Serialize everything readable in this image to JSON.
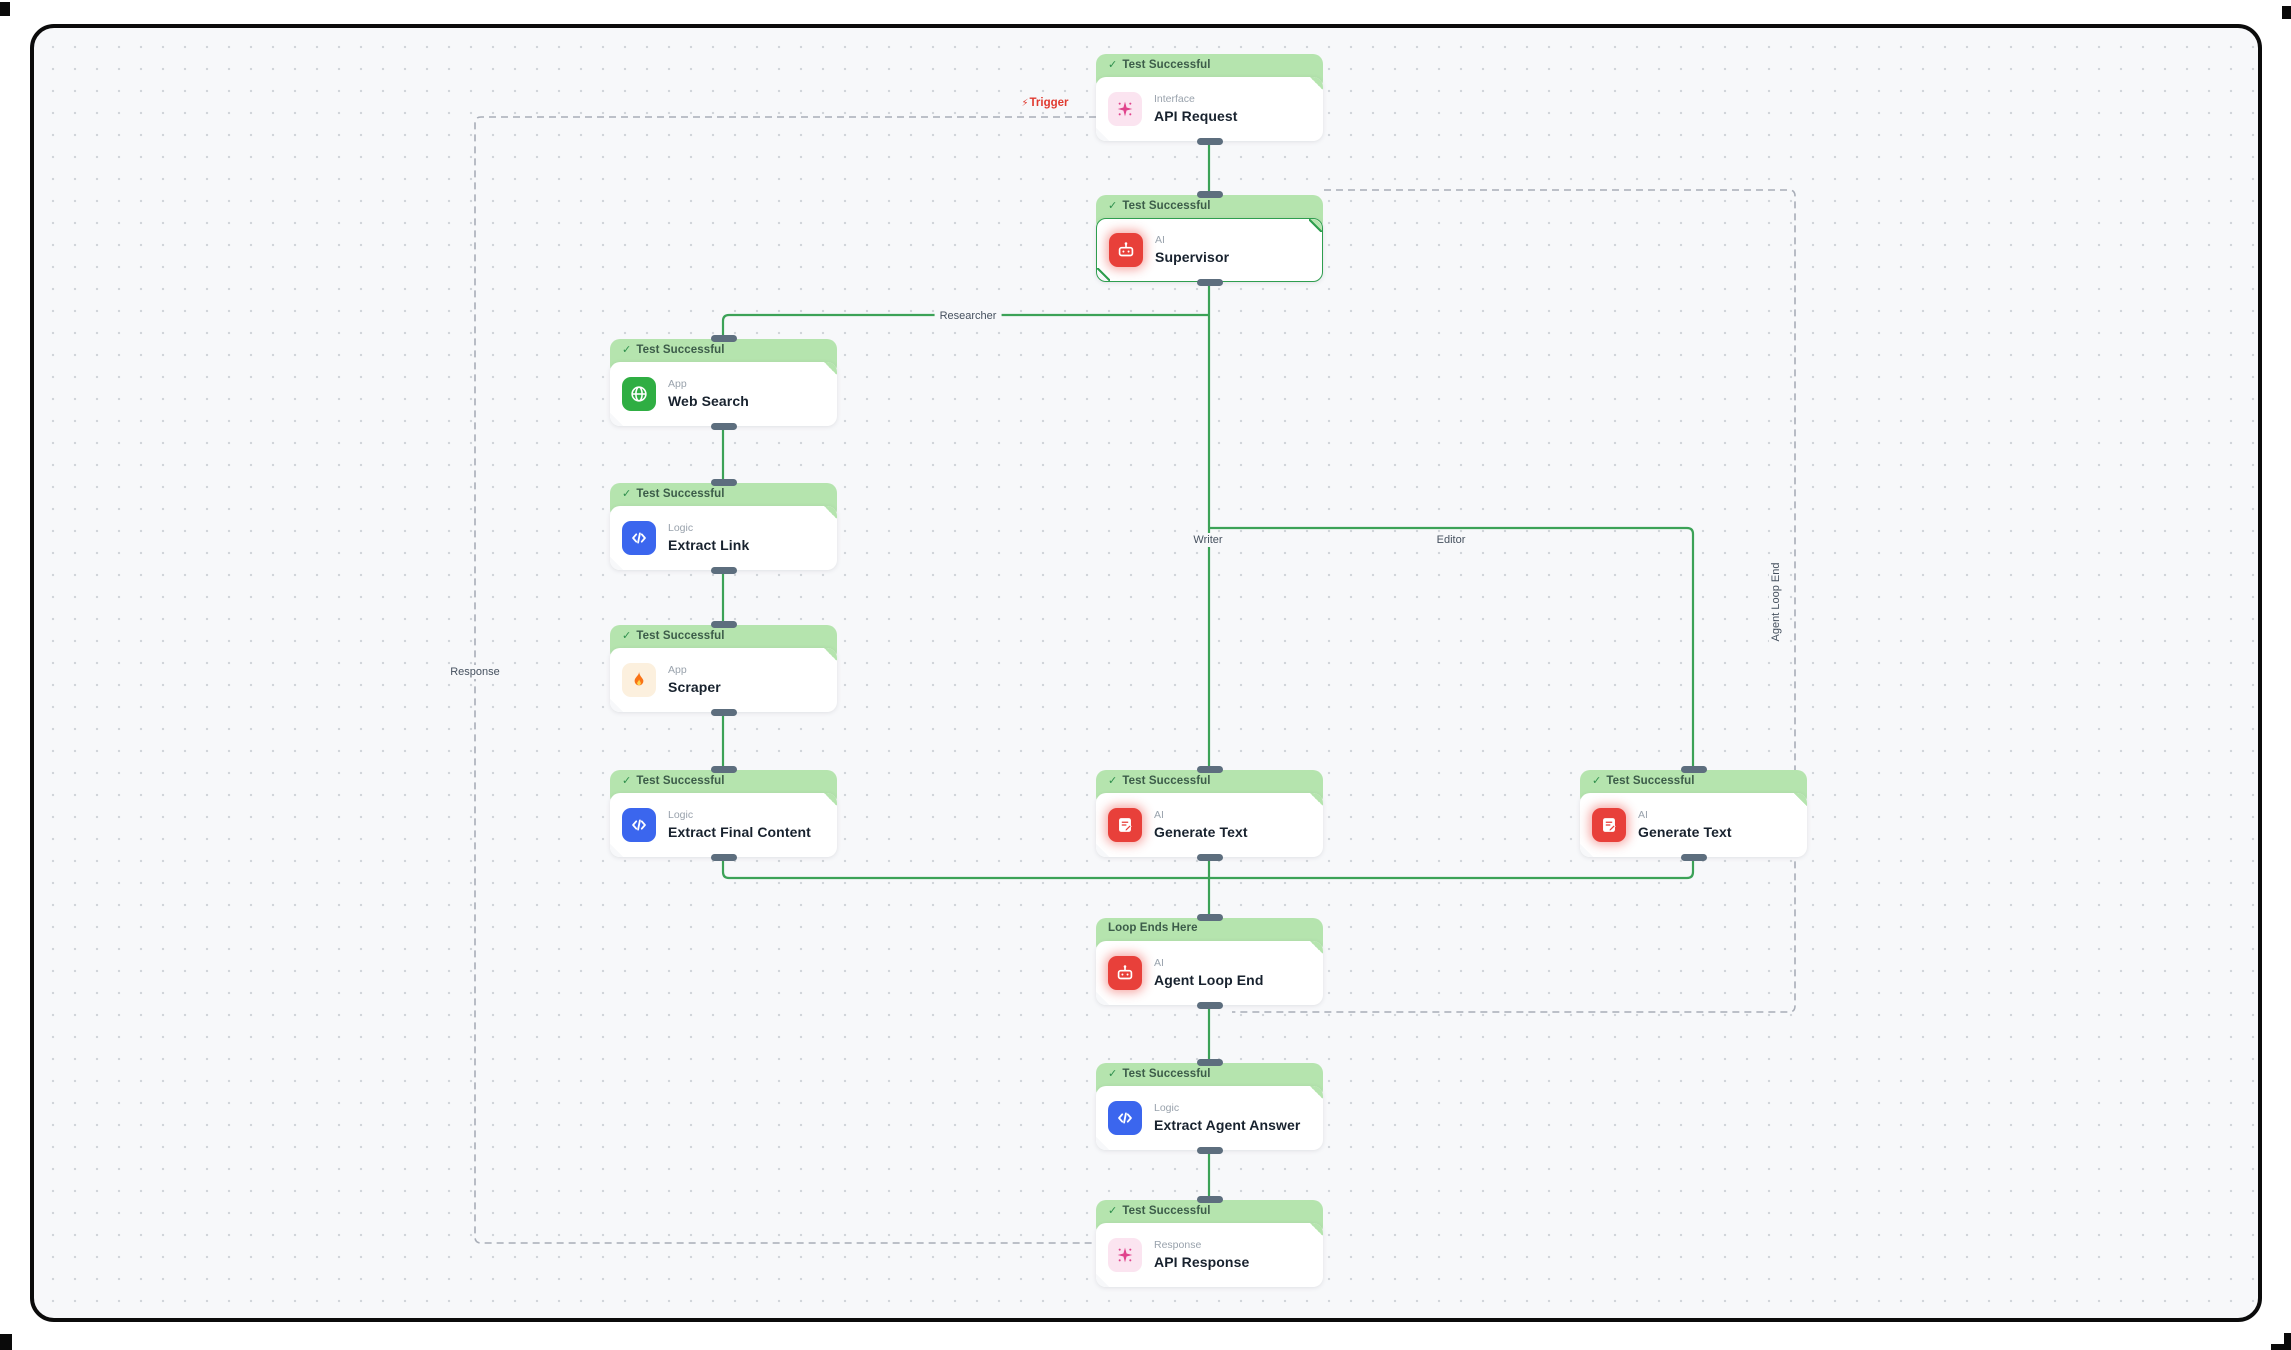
{
  "canvas": {
    "description": "workflow node graph canvas"
  },
  "nodes": [
    {
      "id": "api-request",
      "badge": "Test Successful",
      "badge_check": true,
      "type": "Interface",
      "title": "API Request",
      "icon": "sparkle-icon"
    },
    {
      "id": "supervisor",
      "badge": "Test Successful",
      "badge_check": true,
      "type": "AI",
      "title": "Supervisor",
      "icon": "robot-icon",
      "selected": true
    },
    {
      "id": "web-search",
      "badge": "Test Successful",
      "badge_check": true,
      "type": "App",
      "title": "Web Search",
      "icon": "globe-icon"
    },
    {
      "id": "extract-link",
      "badge": "Test Successful",
      "badge_check": true,
      "type": "Logic",
      "title": "Extract Link",
      "icon": "code-icon"
    },
    {
      "id": "scraper",
      "badge": "Test Successful",
      "badge_check": true,
      "type": "App",
      "title": "Scraper",
      "icon": "flame-icon"
    },
    {
      "id": "extract-final-content",
      "badge": "Test Successful",
      "badge_check": true,
      "type": "Logic",
      "title": "Extract Final Content",
      "icon": "code-icon"
    },
    {
      "id": "generate-text-writer",
      "badge": "Test Successful",
      "badge_check": true,
      "type": "AI",
      "title": "Generate Text",
      "icon": "note-icon"
    },
    {
      "id": "generate-text-editor",
      "badge": "Test Successful",
      "badge_check": true,
      "type": "AI",
      "title": "Generate Text",
      "icon": "note-icon"
    },
    {
      "id": "agent-loop-end",
      "badge": "Loop Ends Here",
      "badge_check": false,
      "type": "AI",
      "title": "Agent Loop End",
      "icon": "robot-icon"
    },
    {
      "id": "extract-agent-answer",
      "badge": "Test Successful",
      "badge_check": true,
      "type": "Logic",
      "title": "Extract Agent Answer",
      "icon": "code-icon"
    },
    {
      "id": "api-response",
      "badge": "Test Successful",
      "badge_check": true,
      "type": "Response",
      "title": "API Response",
      "icon": "sparkle-icon"
    }
  ],
  "edge_labels": {
    "trigger": "Trigger",
    "researcher": "Researcher",
    "writer": "Writer",
    "editor": "Editor",
    "response": "Response",
    "agent_loop_end": "Agent Loop End"
  },
  "colors": {
    "edge_green": "#3ca257",
    "edge_dashed_gray": "#a9aeb8",
    "badge_green": "#b5e4ae",
    "trigger_red": "#e03a30",
    "tile_red": "#e8403a",
    "tile_green": "#2fae43",
    "tile_blue": "#3b66ee",
    "tile_pink": "#fbe4f0",
    "tile_cream": "#fcf0de"
  }
}
